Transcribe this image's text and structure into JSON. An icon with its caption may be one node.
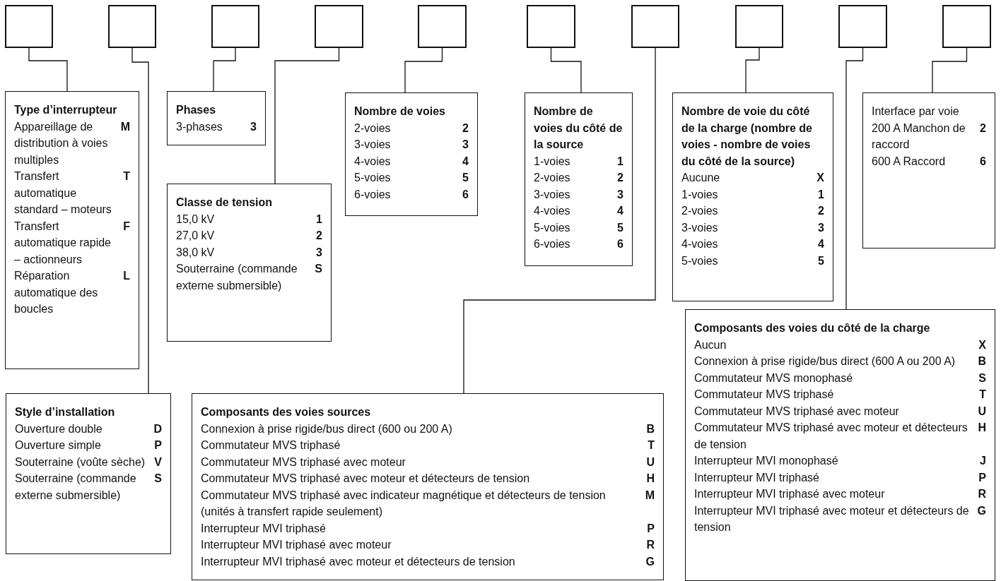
{
  "diagram": {
    "nodes": [
      {
        "text": [],
        "shape": "box"
      },
      {
        "text": [],
        "shape": "box"
      },
      {
        "text": [],
        "shape": "box"
      },
      {
        "text": [],
        "shape": "box"
      },
      {
        "text": [],
        "shape": "box"
      },
      {
        "text": [],
        "shape": "box"
      },
      {
        "text": [],
        "shape": "box"
      },
      {
        "text": [],
        "shape": "box"
      },
      {
        "text": [],
        "shape": "box"
      },
      {
        "text": [],
        "shape": "box"
      },
      {
        "text": [
          "Type d’interrupteur",
          "Appareillage de distribution à voies multiples",
          "M",
          "Transfert automatique standard – moteurs",
          "T",
          "Transfert automatique rapide – actionneurs",
          "F",
          "Réparation automatique des boucles",
          "L"
        ]
      },
      {
        "text": [
          "Phases",
          "3-phases",
          "3"
        ]
      },
      {
        "text": [
          "Classe de tension",
          "15,0 kV",
          "1",
          "27,0 kV",
          "2",
          "38,0 kV",
          "3",
          "Souterraine (commande externe submersible)",
          "S"
        ]
      },
      {
        "text": [
          "Nombre de voies",
          "2-voies",
          "2",
          "3-voies",
          "3",
          "4-voies",
          "4",
          "5-voies",
          "5",
          "6-voies",
          "6"
        ]
      },
      {
        "text": [
          "Nombre de voies du côté de la source",
          "1-voies",
          "1",
          "2-voies",
          "2",
          "3-voies",
          "3",
          "4-voies",
          "4",
          "5-voies",
          "5",
          "6-voies",
          "6"
        ]
      },
      {
        "text": [
          "Nombre de voie du côté de la charge (nombre de voies - nombre de voies du côté de la source)",
          "Aucune",
          "X",
          "1-voies",
          "1",
          "2-voies",
          "2",
          "3-voies",
          "3",
          "4-voies",
          "4",
          "5-voies",
          "5"
        ]
      },
      {
        "text": [
          "Interface par voie",
          "200 A Manchon de raccord",
          "2",
          "600 A Raccord",
          "6"
        ]
      },
      {
        "text": [
          "Style d’installation",
          "Ouverture double",
          "D",
          "Ouverture simple",
          "P",
          "Souterraine (voûte sèche)",
          "V",
          "Souterraine (commande externe submersible)",
          "S"
        ]
      },
      {
        "text": [
          "Composants des voies sources",
          "Connexion à prise rigide/bus direct (600 ou 200 A)",
          "B",
          "Commutateur MVS triphasé",
          "T",
          "Commutateur MVS triphasé avec moteur",
          "U",
          "Commutateur MVS triphasé avec moteur et détecteurs de tension",
          "H",
          "Commutateur MVS triphasé avec indicateur magnétique et détecteurs de tension (unités à transfert rapide seulement)",
          "M",
          "Interrupteur MVI triphasé",
          "P",
          "Interrupteur MVI triphasé avec moteur",
          "R",
          "Interrupteur MVI triphasé avec moteur et détecteurs de tension",
          "G"
        ]
      },
      {
        "text": [
          "Composants des voies du côté de la charge",
          "Aucun",
          "X",
          "Connexion à prise rigide/bus direct (600 A ou 200 A)",
          "B",
          "Commutateur MVS monophasé",
          "S",
          "Commutateur MVS triphasé",
          "T",
          "Commutateur MVS triphasé avec moteur",
          "U",
          "Commutateur MVS triphasé avec moteur et détecteurs de tension",
          "H",
          "Interrupteur MVI monophasé",
          "J",
          "Interrupteur MVI triphasé",
          "P",
          "Interrupteur MVI triphasé avec moteur",
          "R",
          "Interrupteur MVI triphasé avec moteur et détecteurs de tension",
          "G"
        ]
      }
    ],
    "edges": [
      {
        "from": 0,
        "to": 10,
        "arrow": "none"
      },
      {
        "from": 1,
        "to": 17,
        "arrow": "none"
      },
      {
        "from": 2,
        "to": 11,
        "arrow": "none"
      },
      {
        "from": 3,
        "to": 12,
        "arrow": "none"
      },
      {
        "from": 4,
        "to": 13,
        "arrow": "none"
      },
      {
        "from": 5,
        "to": 14,
        "arrow": "none"
      },
      {
        "from": 6,
        "to": 18,
        "arrow": "none"
      },
      {
        "from": 7,
        "to": 15,
        "arrow": "none"
      },
      {
        "from": 8,
        "to": 19,
        "arrow": "none"
      },
      {
        "from": 9,
        "to": 16,
        "arrow": "none"
      }
    ]
  }
}
